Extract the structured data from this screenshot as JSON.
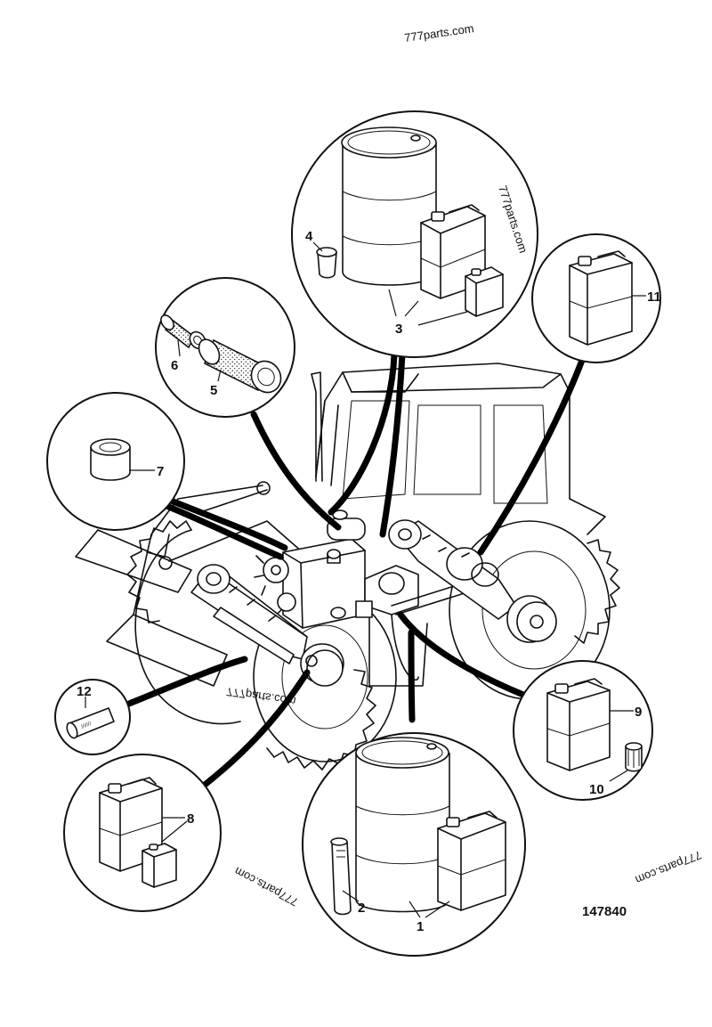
{
  "watermarks": {
    "top": "777parts.com",
    "diagonal": "777parts.com",
    "left_mirrored": "777parts.com",
    "bottom_left_rotated": "777parts.com",
    "bottom_right_rotated": "777parts.com"
  },
  "reference_number": "147840",
  "callouts": {
    "c1": "1",
    "c2": "2",
    "c3": "3",
    "c4": "4",
    "c5": "5",
    "c6": "6",
    "c7": "7",
    "c8": "8",
    "c9": "9",
    "c10": "10",
    "c11": "11",
    "c12": "12"
  },
  "items": [
    {
      "callout": "1",
      "depicts": "oil drum and can"
    },
    {
      "callout": "2",
      "depicts": "grease cartridge"
    },
    {
      "callout": "3",
      "depicts": "oil drum and cans"
    },
    {
      "callout": "4",
      "depicts": "small filter"
    },
    {
      "callout": "5",
      "depicts": "outer air filter"
    },
    {
      "callout": "6",
      "depicts": "inner air filter"
    },
    {
      "callout": "7",
      "depicts": "oil filter"
    },
    {
      "callout": "8",
      "depicts": "oil cans"
    },
    {
      "callout": "9",
      "depicts": "oil can"
    },
    {
      "callout": "10",
      "depicts": "filter element"
    },
    {
      "callout": "11",
      "depicts": "oil can"
    },
    {
      "callout": "12",
      "depicts": "grease cartridge"
    }
  ]
}
